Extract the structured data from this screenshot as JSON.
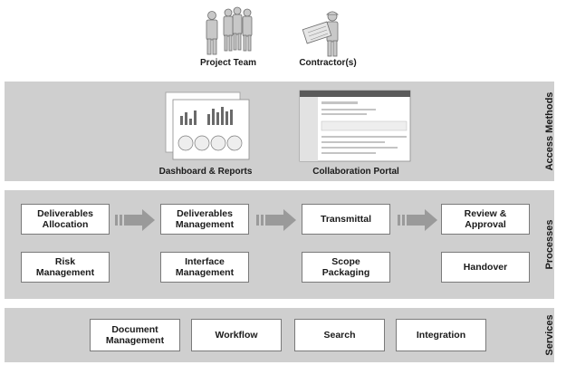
{
  "actors": {
    "project_team": "Project Team",
    "contractors": "Contractor(s)"
  },
  "access_methods": {
    "band_label": "Access Methods",
    "dashboard": "Dashboard & Reports",
    "portal": "Collaboration Portal"
  },
  "processes": {
    "band_label": "Processes",
    "row1": [
      "Deliverables\nAllocation",
      "Deliverables\nManagement",
      "Transmittal",
      "Review &\nApproval"
    ],
    "row2": [
      "Risk\nManagement",
      "Interface\nManagement",
      "Scope\nPackaging",
      "Handover"
    ]
  },
  "services": {
    "band_label": "Services",
    "items": [
      "Document\nManagement",
      "Workflow",
      "Search",
      "Integration"
    ]
  },
  "colors": {
    "band": "#cfcfcf",
    "box_border": "#7a7a7a",
    "arrow": "#9a9a9a"
  }
}
